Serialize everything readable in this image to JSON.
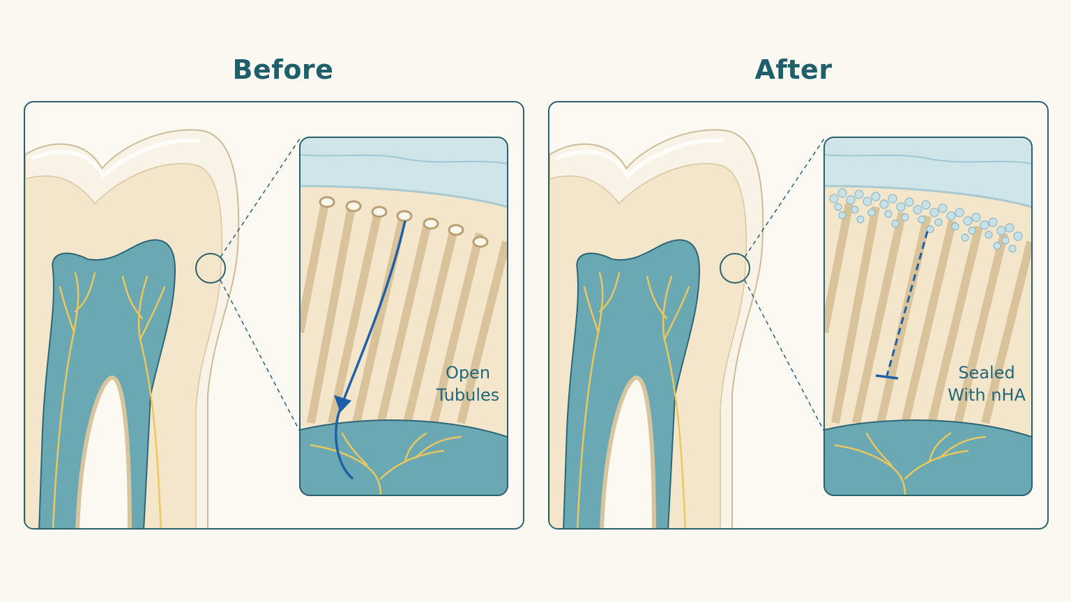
{
  "panels": [
    {
      "title": "Before",
      "label_line1": "Open",
      "label_line2": "Tubules"
    },
    {
      "title": "After",
      "label_line1": "Sealed",
      "label_line2": "With nHA"
    }
  ],
  "colors": {
    "border": "#2b5f6e",
    "title": "#1f5f6b",
    "dentin": "#f3e6cb",
    "enamel": "#f7f2e4",
    "pulp": "#6aa8b3",
    "nerve": "#ecc75e",
    "fluid": "#cfe5ea",
    "arrow": "#1e5fa8",
    "nha_particles": "#c7e1e9"
  }
}
